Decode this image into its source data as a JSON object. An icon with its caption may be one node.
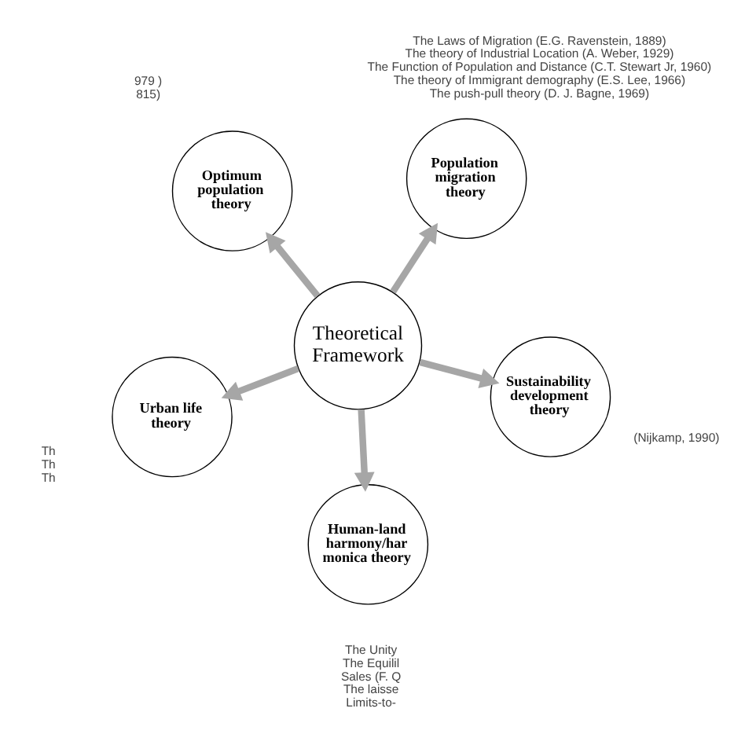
{
  "diagram": {
    "nodes": [
      {
        "text": [
          "Population migration theory"
        ],
        "beside": [
          "The Laws of Migration (E.G. Ravenstein, 1889)",
          "The theory of Industrial Location (A. Weber, 1929)",
          "The Function of Population and Distance (C.T. Stewart Jr, 1960)",
          "The theory of Immigrant demography (E.S. Lee, 1966)",
          "The push-pull theory (D. J. Bagne, 1969)"
        ]
      },
      {
        "text": [
          "Optimum population theory"
        ],
        "beside": [
          "979 )",
          "815)"
        ]
      },
      {
        "text": [
          "Theoretical Framework"
        ]
      },
      {
        "text": [
          "Urban life theory"
        ],
        "beside": [
          "Th",
          "Th",
          "Th"
        ]
      },
      {
        "text": [
          "Sustainability development theory"
        ],
        "beside": [
          "(Nijkamp, 1990)"
        ]
      },
      {
        "text": [
          "Human-land harmony/har monica theory"
        ],
        "beside": [
          "The Unity",
          "The Equilil",
          "Sales (F. Q",
          "The laisse",
          "Limits-to-"
        ]
      }
    ],
    "edges": [
      {
        "from": 2,
        "to": 0,
        "arrow": "to"
      },
      {
        "from": 2,
        "to": 1,
        "arrow": "to"
      },
      {
        "from": 2,
        "to": 3,
        "arrow": "to"
      },
      {
        "from": 2,
        "to": 4,
        "arrow": "to"
      },
      {
        "from": 2,
        "to": 5,
        "arrow": "to"
      }
    ]
  }
}
